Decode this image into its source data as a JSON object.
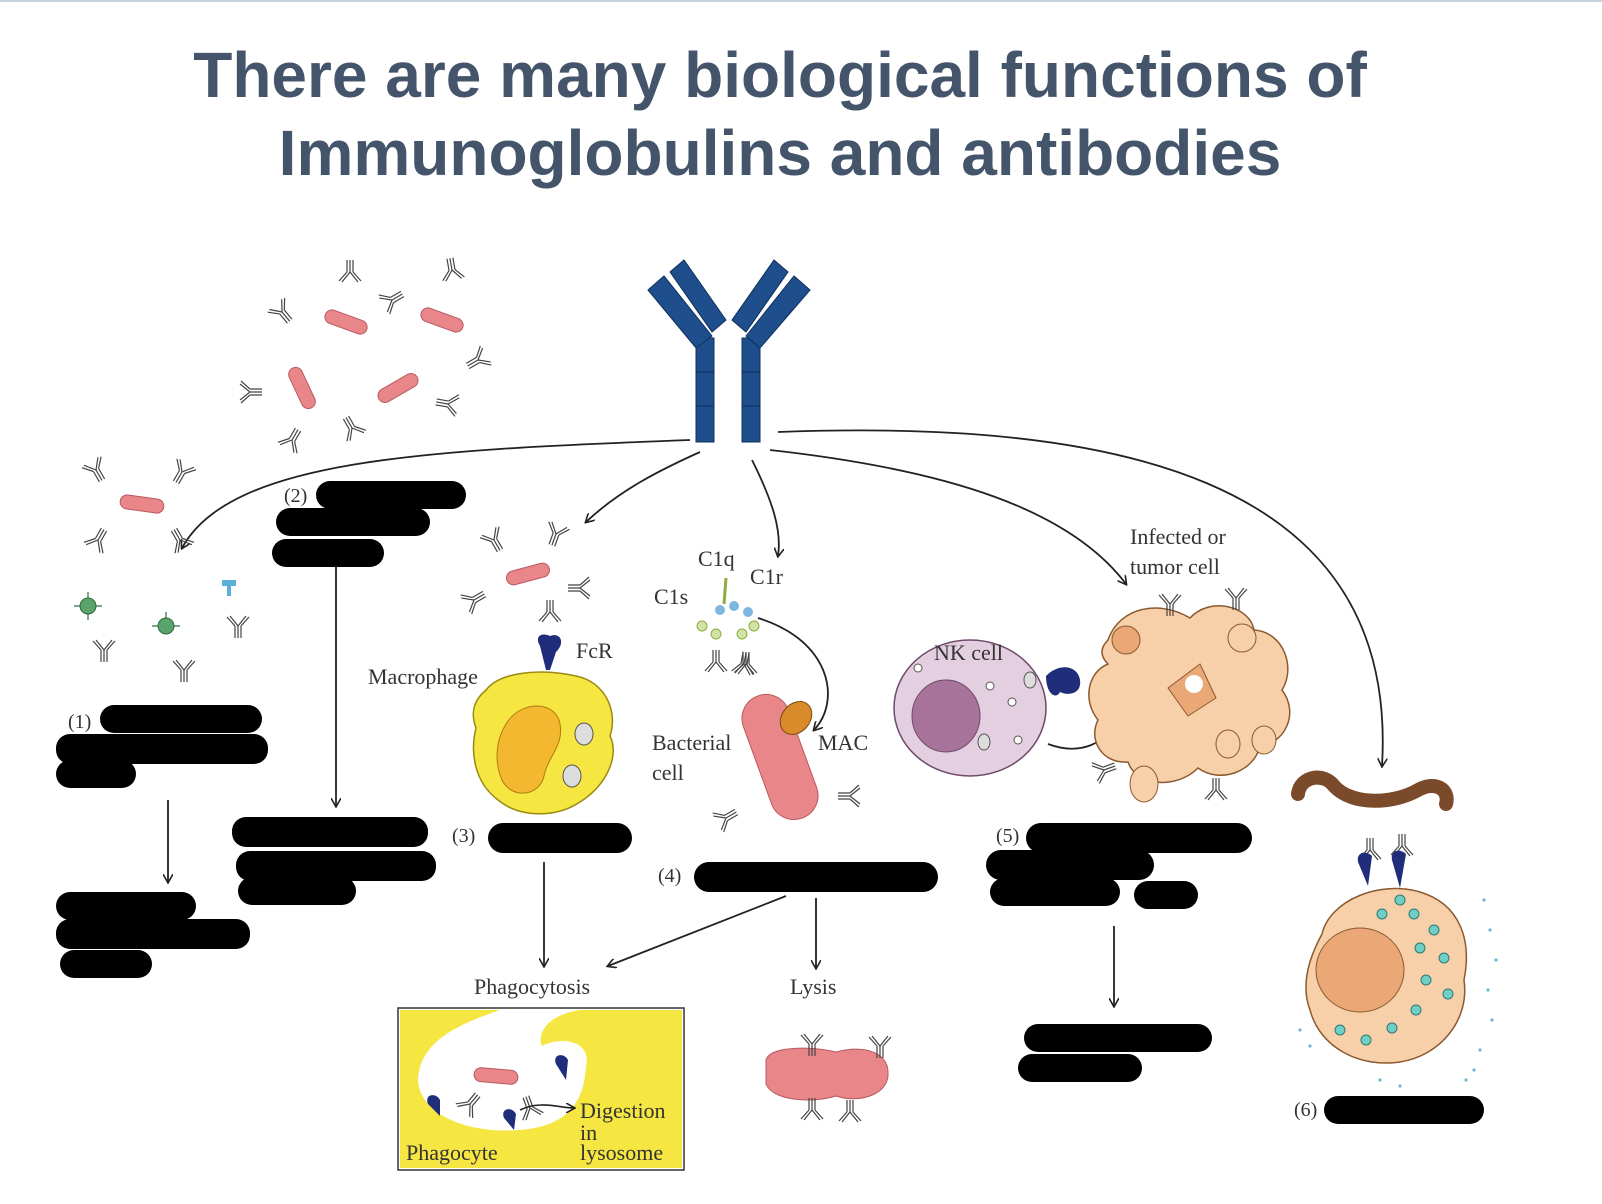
{
  "title": {
    "line1": "There are many biological functions of",
    "line2": "Immunoglobulins and antibodies"
  },
  "labels": {
    "n1": "(1)",
    "n2": "(2)",
    "n3": "(3)",
    "n4": "(4)",
    "n5": "(5)",
    "n6": "(6)",
    "fcr": "FcR",
    "macrophage": "Macrophage",
    "c1q": "C1q",
    "c1r": "C1r",
    "c1s": "C1s",
    "bacterial": "Bacterial",
    "cell": "cell",
    "mac": "MAC",
    "nk_cell": "NK cell",
    "infected_1": "Infected or",
    "infected_2": "tumor cell",
    "phagocytosis": "Phagocytosis",
    "lysis": "Lysis",
    "phagocyte": "Phagocyte",
    "digestion_1": "Digestion",
    "digestion_2": "in",
    "digestion_3": "lysosome"
  },
  "colors": {
    "title": "#44546a",
    "antibody_blue": "#1f4e8c",
    "bacteria_pink": "#e8868a",
    "macrophage_yellow": "#f5e642",
    "nk_purple": "#e4cfe0",
    "tumor_peach": "#f7cfa8",
    "redaction": "#000000"
  }
}
